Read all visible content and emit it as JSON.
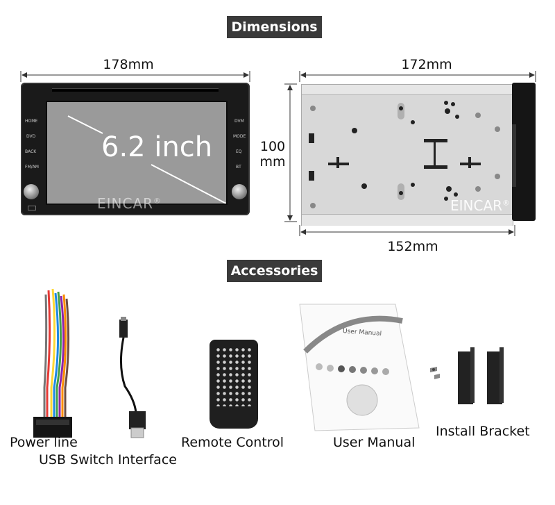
{
  "dimensions": {
    "title": "Dimensions",
    "front_width": "178mm",
    "side_width": "172mm",
    "height_value": "100",
    "height_unit": "mm",
    "depth": "152mm"
  },
  "unit": {
    "screen_size": "6.2 inch",
    "brand": "EINCAR",
    "brand_mark": "®",
    "buttons": [
      "HOME",
      "DVD",
      "BACK",
      "FM/AM",
      "DVM",
      "MODE",
      "EQ",
      "BT"
    ]
  },
  "accessories": {
    "title": "Accessories",
    "items": [
      {
        "label": "Power line"
      },
      {
        "label": "USB Switch Interface"
      },
      {
        "label": "Remote Control"
      },
      {
        "label": "User Manual"
      },
      {
        "label": "Install Bracket"
      }
    ],
    "manual_cover_text": "User Manual"
  },
  "colors": {
    "title_bg": "#3a3a3a",
    "unit_body": "#1a1a1a",
    "screen": "#9a9a9a",
    "chassis": "#d8d8d8"
  }
}
